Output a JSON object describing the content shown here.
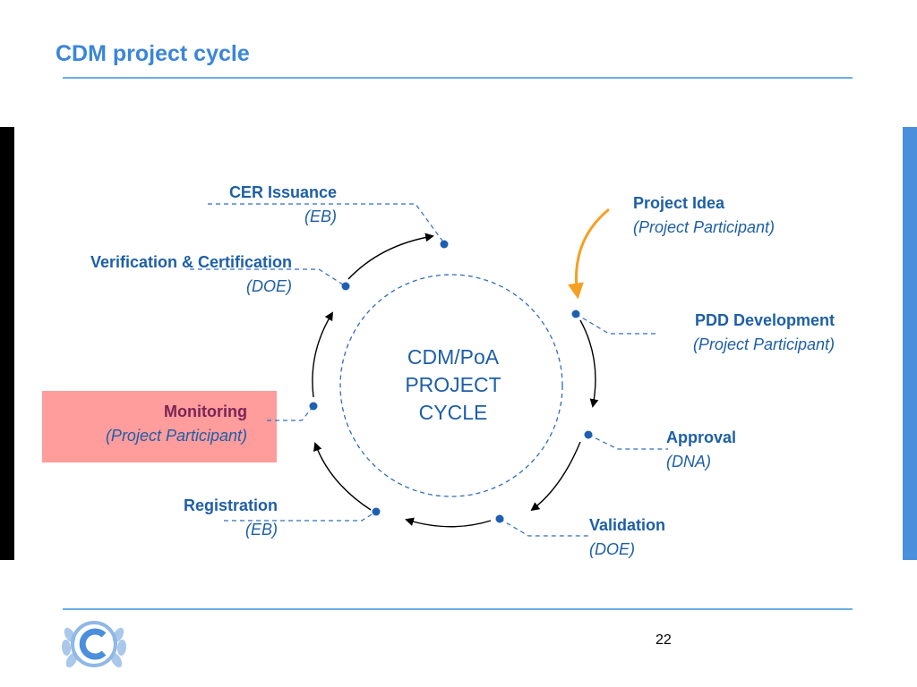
{
  "slide": {
    "title": "CDM project cycle",
    "page_number": "22"
  },
  "diagram": {
    "center_lines": [
      "CDM/PoA",
      "PROJECT",
      "CYCLE"
    ],
    "steps": {
      "cer_issuance": {
        "title": "CER Issuance",
        "actor": "(EB)"
      },
      "project_idea": {
        "title": "Project Idea",
        "actor": "(Project Participant)"
      },
      "verification": {
        "title": "Verification & Certification",
        "actor": "(DOE)"
      },
      "pdd_development": {
        "title": "PDD Development",
        "actor": "(Project Participant)"
      },
      "monitoring": {
        "title": "Monitoring",
        "actor": "(Project Participant)"
      },
      "approval": {
        "title": "Approval",
        "actor": "(DNA)"
      },
      "registration": {
        "title": "Registration",
        "actor": "(EB)"
      },
      "validation": {
        "title": "Validation",
        "actor": "(DOE)"
      }
    }
  },
  "colors": {
    "title": "#3a86d8",
    "label_text": "#1e5fa6",
    "monitoring_text": "#7a2456",
    "monitoring_box": "#ff9c9c",
    "start_arrow": "#f5a023",
    "cycle_arrows": "#000000",
    "nodes": "#1f5fb0"
  },
  "icons": {
    "logo": "un-laurel-wreath-icon"
  }
}
